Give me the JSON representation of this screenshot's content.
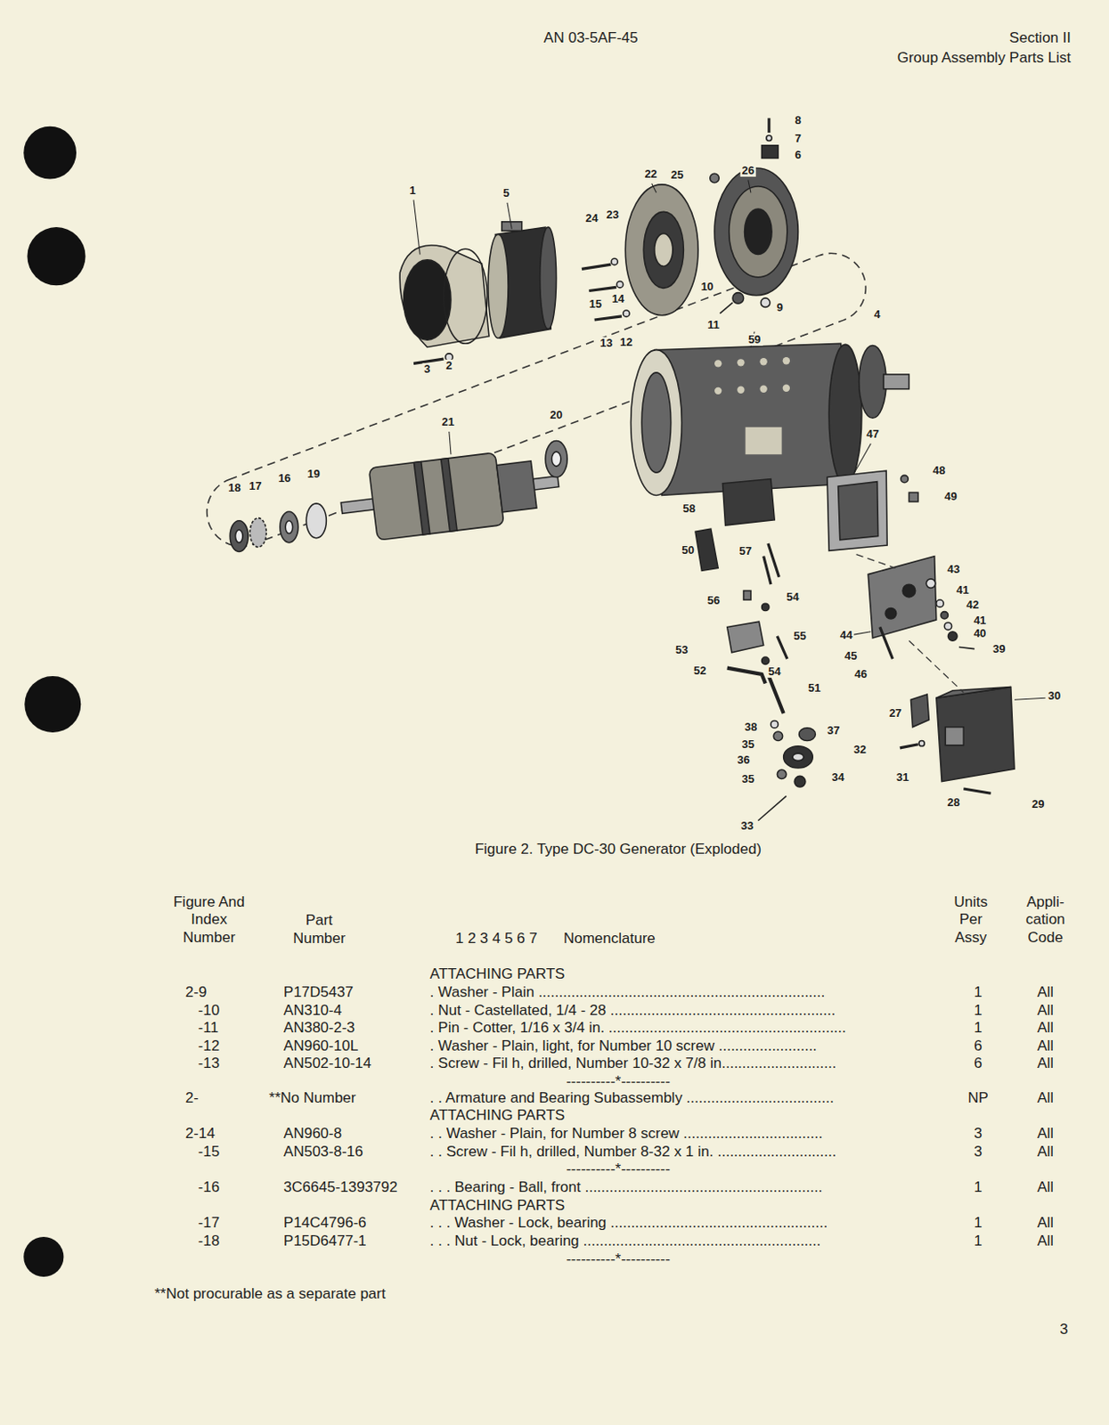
{
  "diagram": {
    "caption": "Figure 2. Type DC-30 Generator (Exploded)",
    "labels": [
      "AN 03-5AF-45",
      "Section II",
      "Group Assembly Parts List",
      "8",
      "7",
      "6",
      "25",
      "26",
      "22",
      "24",
      "23",
      "1",
      "5",
      "14",
      "15",
      "10",
      "9",
      "11",
      "13",
      "12",
      "4",
      "3",
      "2",
      "59",
      "20",
      "21",
      "18",
      "17",
      "16",
      "19",
      "47",
      "48",
      "49",
      "58",
      "50",
      "57",
      "56",
      "54",
      "55",
      "53",
      "54",
      "52",
      "51",
      "43",
      "41",
      "42",
      "41",
      "40",
      "39",
      "44",
      "45",
      "46",
      "38",
      "35",
      "37",
      "36",
      "35",
      "34",
      "33",
      "27",
      "30",
      "32",
      "31",
      "29",
      "28",
      "Figure And Index Number",
      "Part Number",
      "1 2 3 4 5 6 7",
      "Nomenclature",
      "Units Per Assy",
      "Appli- cation Code",
      "ATTACHING PARTS",
      "2-9",
      "P17D5437",
      ". Washer - Plain ......................................................................",
      "1",
      "All",
      "-10",
      "AN310-4",
      ". Nut - Castellated, 1/4 - 28 .......................................................",
      "1",
      "All",
      "-11",
      "AN380-2-3",
      ". Pin - Cotter, 1/16 x 3/4 in. ..........................................................",
      "1",
      "All",
      "-12",
      "AN960-10L",
      ". Washer - Plain, light, for Number 10 screw ........................",
      "6",
      "All",
      "-13",
      "AN502-10-14",
      ". Screw - Fil h, drilled, Number 10-32 x 7/8 in............................",
      "6",
      "All",
      "----------*----------",
      "2-",
      "**No Number",
      ". . Armature and Bearing Subassembly ....................................",
      "NP",
      "All",
      "ATTACHING PARTS",
      "2-14",
      "AN960-8",
      ". . Washer - Plain, for Number 8 screw ..................................",
      "3",
      "All",
      "-15",
      "AN503-8-16",
      ". . Screw - Fil h, drilled, Number 8-32 x 1 in. .............................",
      "3",
      "All",
      "----------*----------",
      "-16",
      "3C6645-1393792",
      ". . . Bearing - Ball, front ..........................................................",
      "1",
      "All",
      "ATTACHING PARTS",
      "-17",
      "P14C4796-6",
      ". . . Washer - Lock, bearing .....................................................",
      "1",
      "All",
      "-18",
      "P15D6477-1",
      ". . . Nut - Lock, bearing ..........................................................",
      "1",
      "All",
      "----------*----------",
      "**Not procurable as a separate part",
      "3"
    ]
  }
}
